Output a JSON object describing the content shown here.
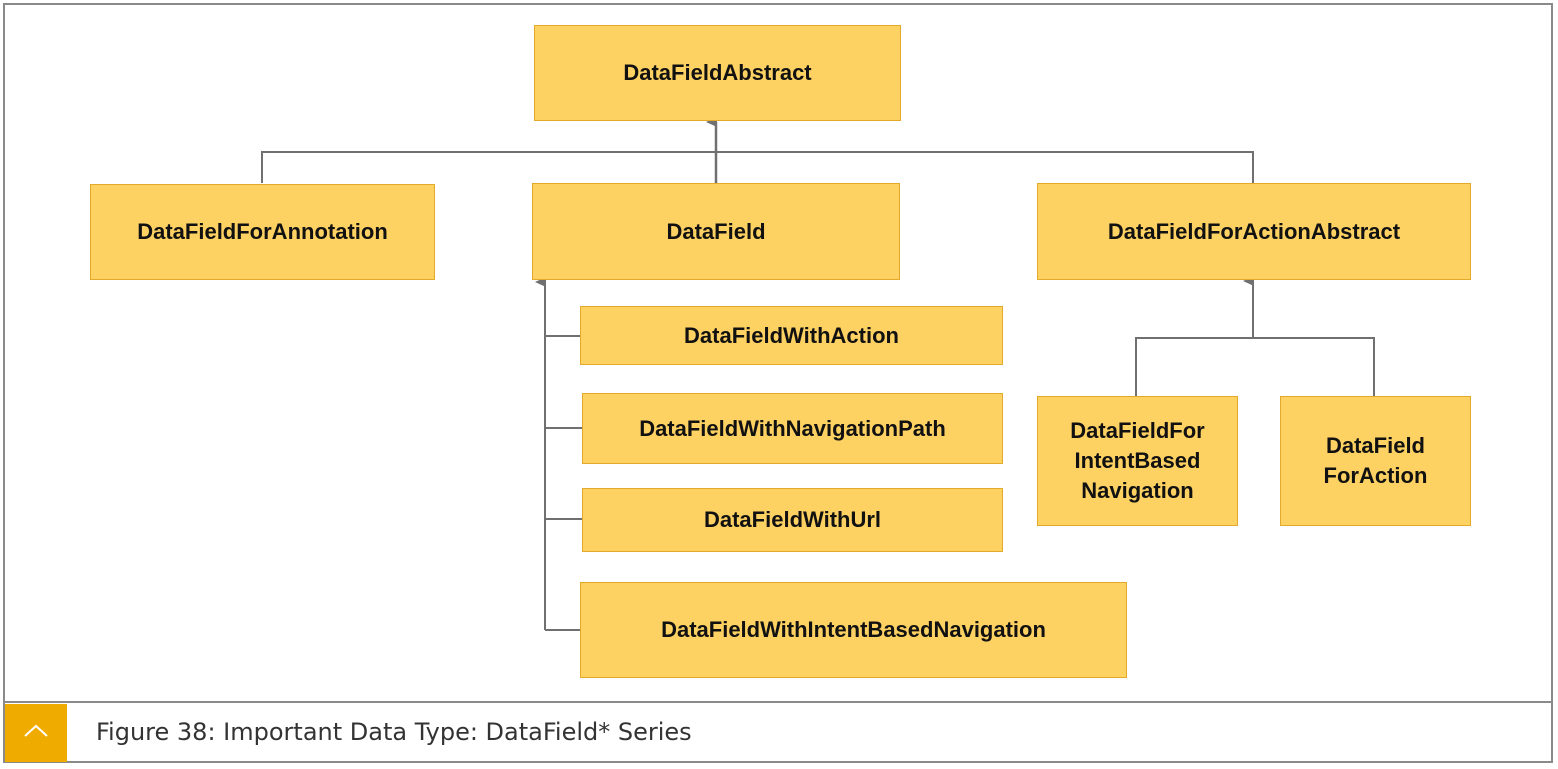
{
  "diagram": {
    "nodes": {
      "abstract": "DataFieldAbstract",
      "for_annotation": "DataFieldForAnnotation",
      "datafield": "DataField",
      "for_action_abstract": "DataFieldForActionAbstract",
      "with_action": "DataFieldWithAction",
      "with_navigation_path": "DataFieldWithNavigationPath",
      "with_url": "DataFieldWithUrl",
      "with_intent_based_navigation": "DataFieldWithIntentBasedNavigation",
      "for_intent_based_navigation": "DataFieldFor\nIntentBased\nNavigation",
      "for_action": "DataField\nForAction"
    },
    "edges": [
      {
        "from": "for_annotation",
        "to": "abstract"
      },
      {
        "from": "datafield",
        "to": "abstract"
      },
      {
        "from": "for_action_abstract",
        "to": "abstract"
      },
      {
        "from": "with_action",
        "to": "datafield"
      },
      {
        "from": "with_navigation_path",
        "to": "datafield"
      },
      {
        "from": "with_url",
        "to": "datafield"
      },
      {
        "from": "with_intent_based_navigation",
        "to": "datafield"
      },
      {
        "from": "for_intent_based_navigation",
        "to": "for_action_abstract"
      },
      {
        "from": "for_action",
        "to": "for_action_abstract"
      }
    ]
  },
  "caption": {
    "text": "Figure 38: Important Data Type: DataField* Series",
    "toggle_icon": "chevron-up-icon",
    "accent_color": "#f0ab00"
  },
  "colors": {
    "box_fill": "#fdd162",
    "box_border": "#e3a92a",
    "connector": "#707070"
  }
}
